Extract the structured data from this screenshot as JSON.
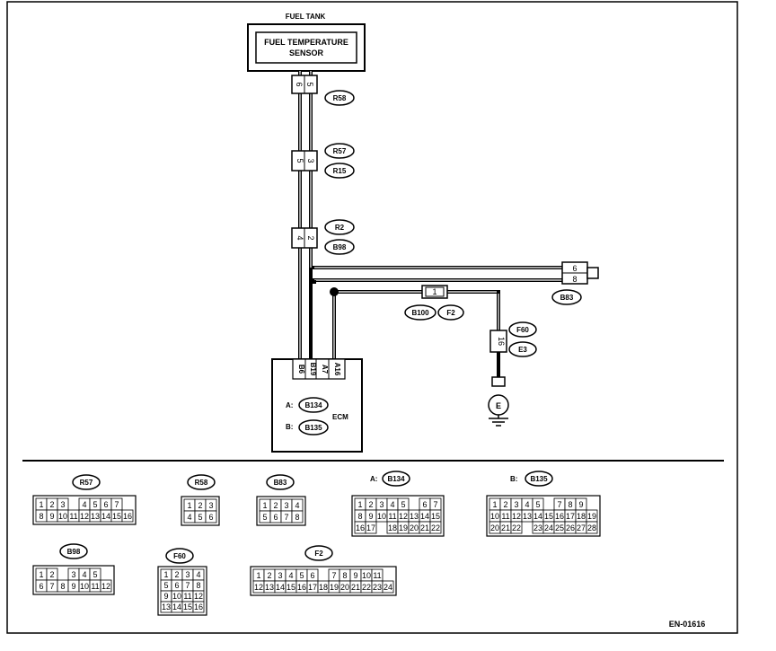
{
  "tank_label": "FUEL TANK",
  "sensor_label_line1": "FUEL TEMPERATURE",
  "sensor_label_line2": "SENSOR",
  "conn": {
    "r58": "R58",
    "r57": "R57",
    "r15": "R15",
    "r2": "R2",
    "b98": "B98",
    "b83": "B83",
    "b100": "B100",
    "f2": "F2",
    "f60": "F60",
    "e3": "E3",
    "b134": "B134",
    "b135": "B135"
  },
  "pins": {
    "r58_a": "6",
    "r58_b": "5",
    "r57_a": "5",
    "r57_b": "3",
    "r2_a": "4",
    "r2_b": "2",
    "b83_a": "6",
    "b83_b": "8",
    "b100": "1",
    "f60": "16",
    "ecm_1": "B6",
    "ecm_2": "B19",
    "ecm_3": "A7",
    "ecm_4": "A16"
  },
  "ecm_label": "ECM",
  "ecm_a_prefix": "A:",
  "ecm_b_prefix": "B:",
  "ground_label": "E",
  "code": "EN-01616",
  "lower": {
    "r57_rows": [
      [
        "1",
        "2",
        "3",
        "",
        "4",
        "5",
        "6",
        "7"
      ],
      [
        "8",
        "9",
        "10",
        "11",
        "12",
        "13",
        "14",
        "15",
        "16"
      ]
    ],
    "r58_rows": [
      [
        "1",
        "2",
        "3"
      ],
      [
        "4",
        "5",
        "6"
      ]
    ],
    "b83_rows": [
      [
        "1",
        "2",
        "3",
        "4"
      ],
      [
        "5",
        "6",
        "7",
        "8"
      ]
    ],
    "b134_rows": [
      [
        "1",
        "2",
        "3",
        "4",
        "5",
        "",
        "6",
        "7"
      ],
      [
        "8",
        "9",
        "10",
        "11",
        "12",
        "13",
        "14",
        "15"
      ],
      [
        "16",
        "17",
        "",
        "18",
        "19",
        "20",
        "21",
        "22"
      ]
    ],
    "b135_rows": [
      [
        "1",
        "2",
        "3",
        "4",
        "5",
        "",
        "7",
        "8",
        "9"
      ],
      [
        "10",
        "11",
        "12",
        "13",
        "14",
        "15",
        "16",
        "17",
        "18",
        "19"
      ],
      [
        "20",
        "21",
        "22",
        "",
        "23",
        "24",
        "25",
        "26",
        "27",
        "28"
      ]
    ],
    "b98_rows": [
      [
        "1",
        "2",
        "",
        "3",
        "4",
        "5"
      ],
      [
        "6",
        "7",
        "8",
        "9",
        "10",
        "11",
        "12"
      ]
    ],
    "f60_rows": [
      [
        "1",
        "2",
        "3",
        "4"
      ],
      [
        "5",
        "6",
        "7",
        "8"
      ],
      [
        "9",
        "10",
        "11",
        "12"
      ],
      [
        "13",
        "14",
        "15",
        "16"
      ]
    ],
    "f2_rows": [
      [
        "1",
        "2",
        "3",
        "4",
        "5",
        "6",
        "",
        "7",
        "8",
        "9",
        "10",
        "11"
      ],
      [
        "12",
        "13",
        "14",
        "15",
        "16",
        "17",
        "18",
        "19",
        "20",
        "21",
        "22",
        "23",
        "24"
      ]
    ],
    "prefix_a": "A:",
    "prefix_b": "B:"
  }
}
